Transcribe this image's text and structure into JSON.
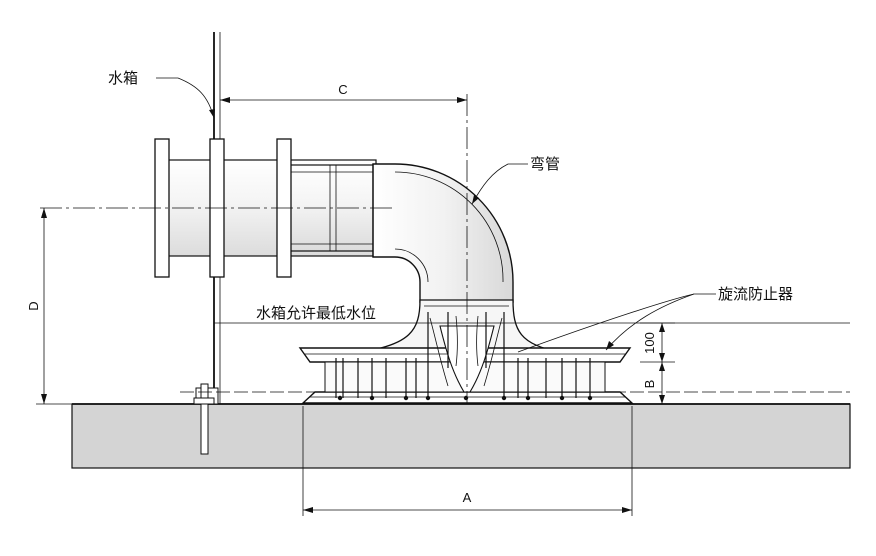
{
  "labels": {
    "tank": "水箱",
    "elbow": "弯管",
    "anti_vortex": "旋流防止器",
    "min_water_level": "水箱允许最低水位"
  },
  "dimensions": {
    "a": "A",
    "b": "B",
    "c": "C",
    "d": "D",
    "height_100": "100"
  },
  "colors": {
    "line": "#111111",
    "ground": "#d4d4d4",
    "pipe_shade": "#efefef"
  }
}
